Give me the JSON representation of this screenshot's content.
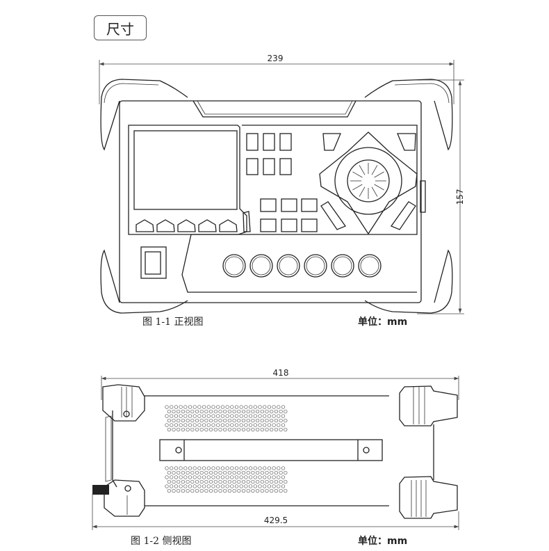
{
  "section_title": "尺寸",
  "front_view": {
    "width_dim": "239",
    "height_dim": "157",
    "caption": "图 1-1 正视图",
    "unit": "单位：mm"
  },
  "side_view": {
    "depth_dim": "418",
    "total_depth_dim": "429.5",
    "caption": "图 1-2 侧视图",
    "unit": "单位：mm"
  }
}
